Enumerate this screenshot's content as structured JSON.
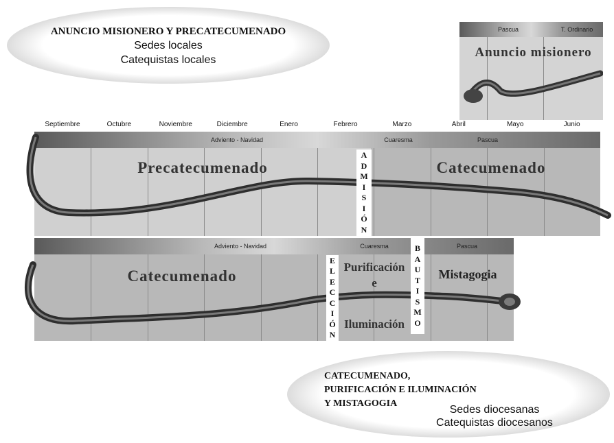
{
  "top_ellipse": {
    "title": "ANUNCIO MISIONERO Y PRECATECUMENADO",
    "line1": "Sedes locales",
    "line2": "Catequistas locales"
  },
  "bottom_ellipse": {
    "title_line1": "CATECUMENADO,",
    "title_line2": "PURIFICACIÓN E ILUMINACIÓN",
    "title_line3": "Y MISTAGOGIA",
    "line1": "Sedes diocesanas",
    "line2": "Catequistas diocesanos"
  },
  "top_right_box": {
    "period1": "Pascua",
    "period2": "T. Ordinario",
    "stage": "Anuncio misionero"
  },
  "months": [
    "Septiembre",
    "Octubre",
    "Noviembre",
    "Diciembre",
    "Enero",
    "Febrero",
    "Marzo",
    "Abril",
    "Mayo",
    "Junio"
  ],
  "row1": {
    "period1": "Adviento - Navidad",
    "period2": "Cuaresma",
    "period3": "Pascua",
    "stage_left": "Precatecumenado",
    "stage_right": "Catecumenado",
    "divider_letters": [
      "A",
      "D",
      "M",
      "I",
      "S",
      "I",
      "Ó",
      "N"
    ]
  },
  "row2": {
    "period1": "Adviento - Navidad",
    "period2": "Cuaresma",
    "period3": "Pascua",
    "stage_left": "Catecumenado",
    "stage_mid_line1": "Purificación",
    "stage_mid_line2": "e",
    "stage_mid_line3": "Iluminación",
    "stage_right": "Mistagogia",
    "divider1_letters": [
      "E",
      "L",
      "E",
      "C",
      "C",
      "I",
      "Ó",
      "N"
    ],
    "divider2_letters": [
      "B",
      "A",
      "U",
      "T",
      "I",
      "S",
      "M",
      "O"
    ]
  }
}
